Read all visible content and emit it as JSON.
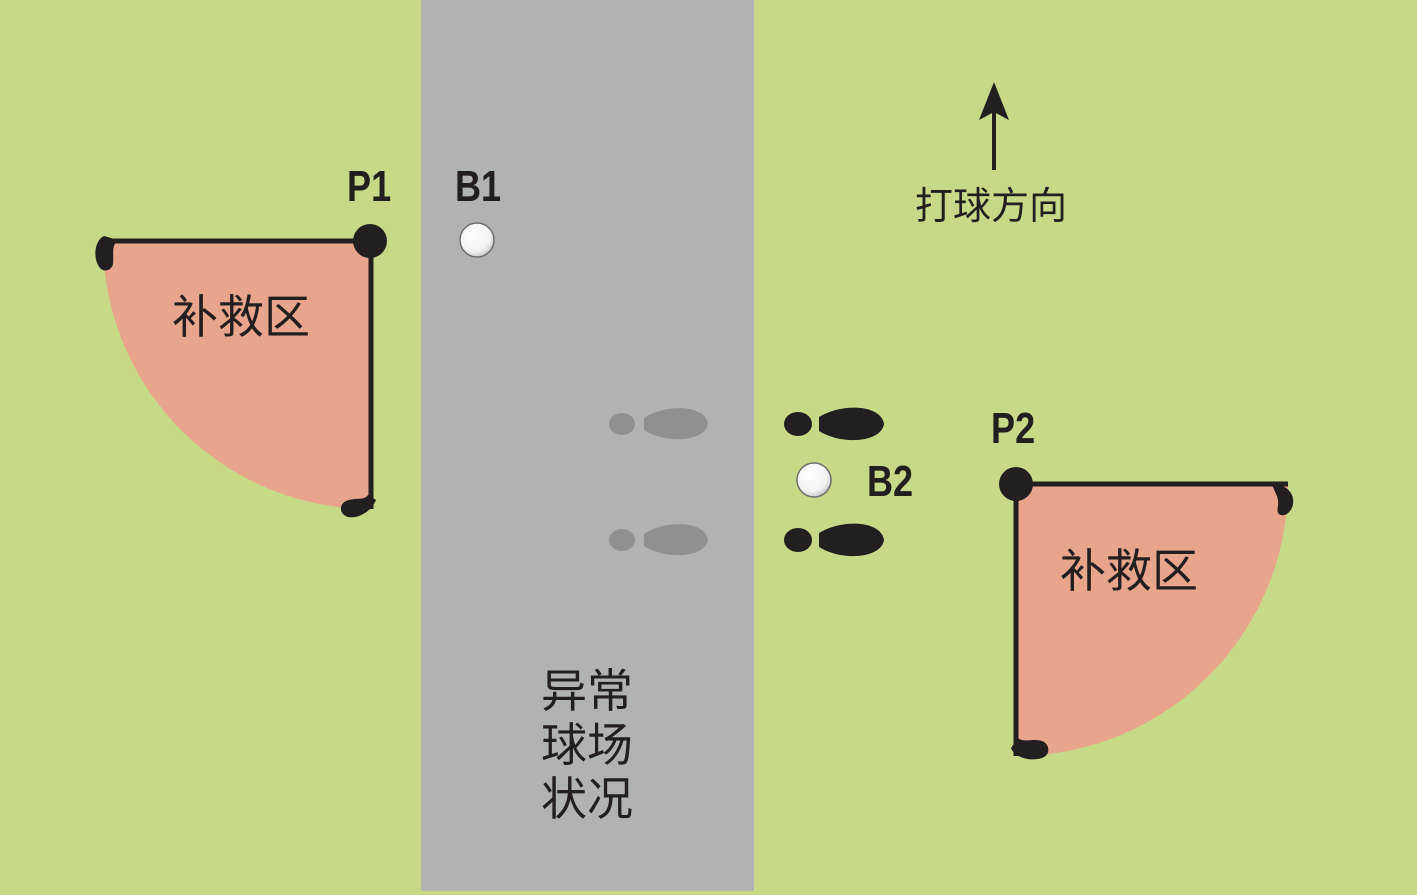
{
  "colors": {
    "grass": "#c5d987",
    "abnormal_area": "#b1b3b2",
    "relief_zone": "#e8a58c",
    "ink": "#231f20",
    "old_footprint": "#8f9190",
    "ball": "#ffffff"
  },
  "abnormal_condition": {
    "lines": [
      "异常",
      "球场",
      "状况"
    ]
  },
  "relief_areas": [
    {
      "label": "补救区"
    },
    {
      "label": "补救区"
    }
  ],
  "points": {
    "p1": "P1",
    "p2": "P2",
    "b1": "B1",
    "b2": "B2"
  },
  "direction": {
    "label": "打球方向",
    "icon": "arrow-up-icon"
  },
  "icons": {
    "ball": "golf-ball-icon",
    "footprint": "shoe-print-icon"
  }
}
